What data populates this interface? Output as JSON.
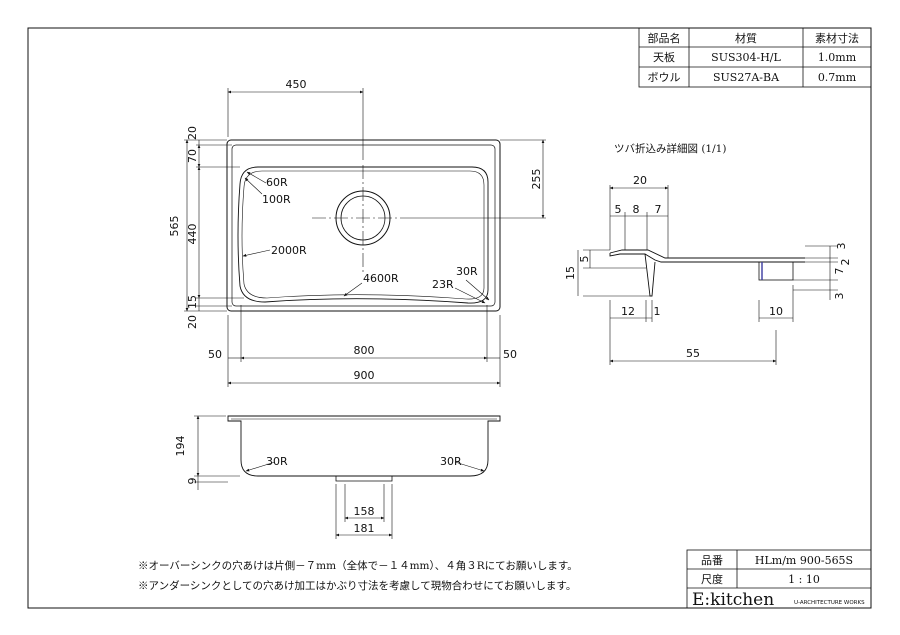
{
  "parts_table": {
    "headers": [
      "部品名",
      "材質",
      "素材寸法"
    ],
    "rows": [
      [
        "天板",
        "SUS304-H/L",
        "1.0mm"
      ],
      [
        "ボウル",
        "SUS27A-BA",
        "0.7mm"
      ]
    ]
  },
  "plan_view": {
    "dim_width_top": "450",
    "dim_right_255": "255",
    "dim_left_20_top": "20",
    "dim_left_70": "70",
    "dim_left_565": "565",
    "dim_left_440": "440",
    "dim_left_15": "15",
    "dim_left_20_bottom": "20",
    "dim_bottom_50_left": "50",
    "dim_bottom_800": "800",
    "dim_bottom_50_right": "50",
    "dim_bottom_900": "900",
    "radius_60": "60R",
    "radius_100": "100R",
    "radius_2000": "2000R",
    "radius_4600": "4600R",
    "radius_30": "30R",
    "radius_23": "23R"
  },
  "flange_detail": {
    "title": "ツバ折込み詳細図 (1/1)",
    "dim_20": "20",
    "dim_5a": "5",
    "dim_8": "8",
    "dim_7a": "7",
    "dim_5b": "5",
    "dim_15": "15",
    "dim_12": "12",
    "dim_1": "1",
    "dim_10": "10",
    "dim_55": "55",
    "dim_3a": "3",
    "dim_2": "2",
    "dim_7b": "7",
    "dim_3b": "3"
  },
  "section_view": {
    "dim_194": "194",
    "dim_9": "9",
    "radius_left": "30R",
    "radius_right": "30R",
    "dim_158": "158",
    "dim_181": "181"
  },
  "notes": [
    "※オーバーシンクの穴あけは片側－７mm（全体で－１４mm）、４角３Rにてお願いします。",
    "※アンダーシンクとしての穴あけ加工はかぶり寸法を考慮して現物合わせにてお願いします。"
  ],
  "title_block": {
    "product_label": "品番",
    "product_value": "HLm/m 900-565S",
    "scale_label": "尺度",
    "scale_value": "1 : 10",
    "brand_main": "E:kitchen",
    "brand_sub": "U-ARCHITECTURE WORKS"
  }
}
